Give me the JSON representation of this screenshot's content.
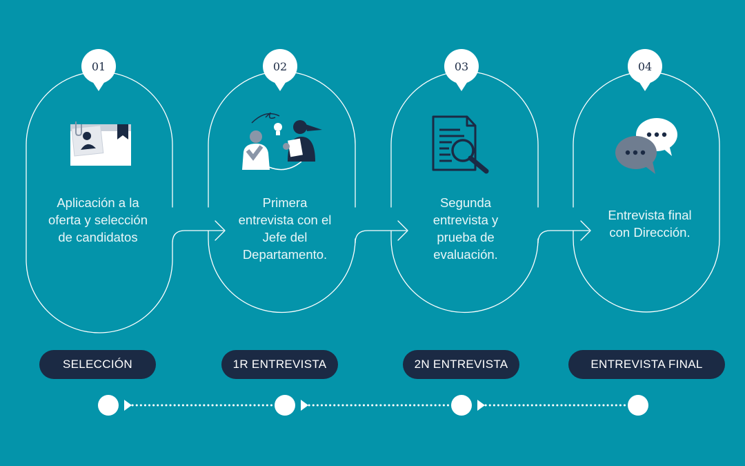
{
  "steps": [
    {
      "number": "01",
      "text_lines": [
        "Aplicación a la",
        "oferta y selección",
        "de candidatos"
      ],
      "stage_label": "SELECCIÓN",
      "icon": "folder-candidate-icon"
    },
    {
      "number": "02",
      "text_lines": [
        "Primera",
        "entrevista con el",
        "Jefe del",
        "Departamento."
      ],
      "stage_label": "1R ENTREVISTA",
      "icon": "interview-people-icon"
    },
    {
      "number": "03",
      "text_lines": [
        "Segunda",
        "entrevista y",
        "prueba de",
        "evaluación."
      ],
      "stage_label": "2N ENTREVISTA",
      "icon": "document-search-icon"
    },
    {
      "number": "04",
      "text_lines": [
        "Entrevista final",
        "con Dirección."
      ],
      "stage_label": "ENTREVISTA FINAL",
      "icon": "chat-bubbles-icon"
    }
  ],
  "colors": {
    "background": "#0494AA",
    "navy": "#1b2a44",
    "white": "#ffffff",
    "gray": "#6f7d90"
  }
}
